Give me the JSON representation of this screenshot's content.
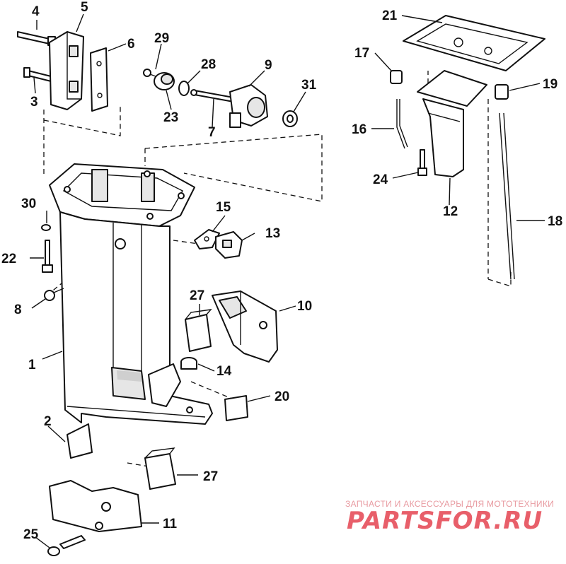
{
  "callouts": {
    "n1": "1",
    "n2": "2",
    "n3": "3",
    "n4": "4",
    "n5": "5",
    "n6": "6",
    "n7": "7",
    "n8": "8",
    "n9": "9",
    "n10": "10",
    "n11": "11",
    "n12": "12",
    "n13": "13",
    "n14": "14",
    "n15": "15",
    "n16": "16",
    "n17": "17",
    "n18": "18",
    "n19": "19",
    "n20": "20",
    "n21": "21",
    "n22": "22",
    "n23": "23",
    "n24": "24",
    "n25": "25",
    "n27a": "27",
    "n27b": "27",
    "n28": "28",
    "n29": "29",
    "n30": "30",
    "n31": "31"
  },
  "watermark": {
    "tagline": "ЗАПЧАСТИ И АКСЕССУАРЫ ДЛЯ МОТОТЕХНИКИ",
    "brand": "PARTSFOR.RU",
    "color": "#e85f6a"
  }
}
